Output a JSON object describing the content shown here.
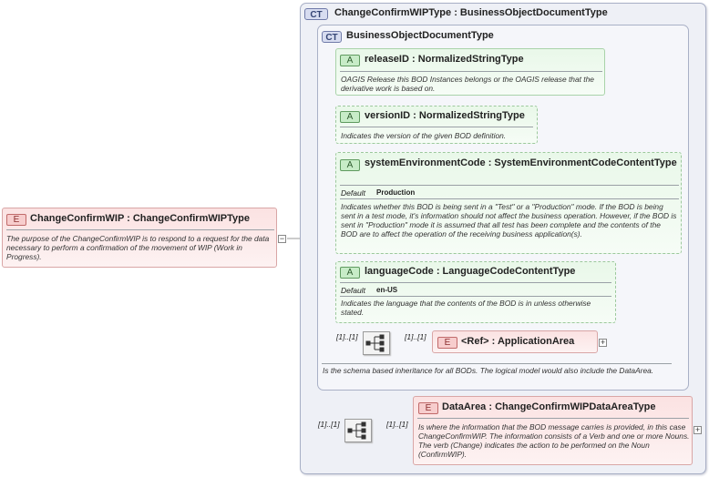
{
  "root": {
    "badge": "E",
    "title": "ChangeConfirmWIP : ChangeConfirmWIPType",
    "description": "The purpose of the ChangeConfirmWIP is to respond to a request for the data necessary to perform a confirmation of the movement of WIP (Work in Progress)."
  },
  "outer_type": {
    "badge": "CT",
    "title": "ChangeConfirmWIPType : BusinessObjectDocumentType"
  },
  "inner_type": {
    "badge": "CT",
    "title": "BusinessObjectDocumentType",
    "description": "Is the schema based inheritance for all BODs. The logical model would also include the DataArea."
  },
  "attributes": [
    {
      "badge": "A",
      "title": "releaseID : NormalizedStringType",
      "description": "OAGIS Release this BOD Instances belongs or the OAGIS release that the derivative work is based on."
    },
    {
      "badge": "A",
      "title": "versionID : NormalizedStringType",
      "description": "Indicates the version of the given BOD definition."
    },
    {
      "badge": "A",
      "title": "systemEnvironmentCode : SystemEnvironmentCodeContentType",
      "default_label": "Default",
      "default_value": "Production",
      "description": "Indicates whether this BOD is being sent in a \"Test\" or a \"Production\" mode. If the BOD is being sent in a test mode, it's information should not affect the business operation. However, if the BOD is sent in \"Production\" mode it is assumed that all test has been complete and the contents of the BOD are to affect the operation of the receiving business application(s)."
    },
    {
      "badge": "A",
      "title": "languageCode : LanguageCodeContentType",
      "default_label": "Default",
      "default_value": "en-US",
      "description": "Indicates the language that the contents of the BOD is in unless otherwise stated."
    }
  ],
  "app_area": {
    "badge": "E",
    "title": "<Ref> : ApplicationArea",
    "card_left": "[1]..[1]",
    "card_right": "[1]..[1]"
  },
  "data_area": {
    "badge": "E",
    "title": "DataArea : ChangeConfirmWIPDataAreaType",
    "card_left": "[1]..[1]",
    "card_right": "[1]..[1]",
    "description": "Is where the information that the BOD message carries is provided, in this case ChangeConfirmWIP. The information consists of a Verb and one or more Nouns. The verb (Change) indicates the action to be performed on the Noun (ConfirmWIP)."
  },
  "icons": {
    "plus": "+",
    "minus": "−"
  },
  "colors": {
    "element_fill": "#fbe2e2",
    "attribute_fill": "#e9f8e9",
    "complex_type_fill": "#eef0f6"
  }
}
